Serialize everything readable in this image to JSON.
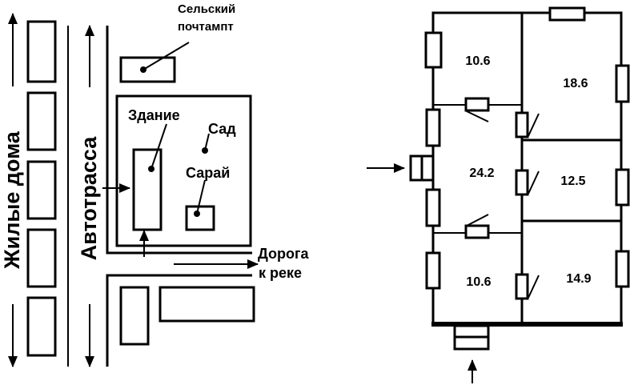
{
  "site_plan": {
    "post_office_label_line1": "Сельский",
    "post_office_label_line2": "почтампт",
    "building_label": "Здание",
    "garden_label": "Сад",
    "shed_label": "Сарай",
    "road_label_line1": "Дорога",
    "road_label_line2": "к реке",
    "houses_label": "Жилые дома",
    "highway_label": "Автотрасса"
  },
  "floor_plan": {
    "rooms": [
      {
        "name": "top-left",
        "area": "10.6"
      },
      {
        "name": "top-right",
        "area": "18.6"
      },
      {
        "name": "middle-left",
        "area": "24.2"
      },
      {
        "name": "middle-right",
        "area": "12.5"
      },
      {
        "name": "bottom-left",
        "area": "10.6"
      },
      {
        "name": "bottom-right",
        "area": "14.9"
      }
    ]
  }
}
